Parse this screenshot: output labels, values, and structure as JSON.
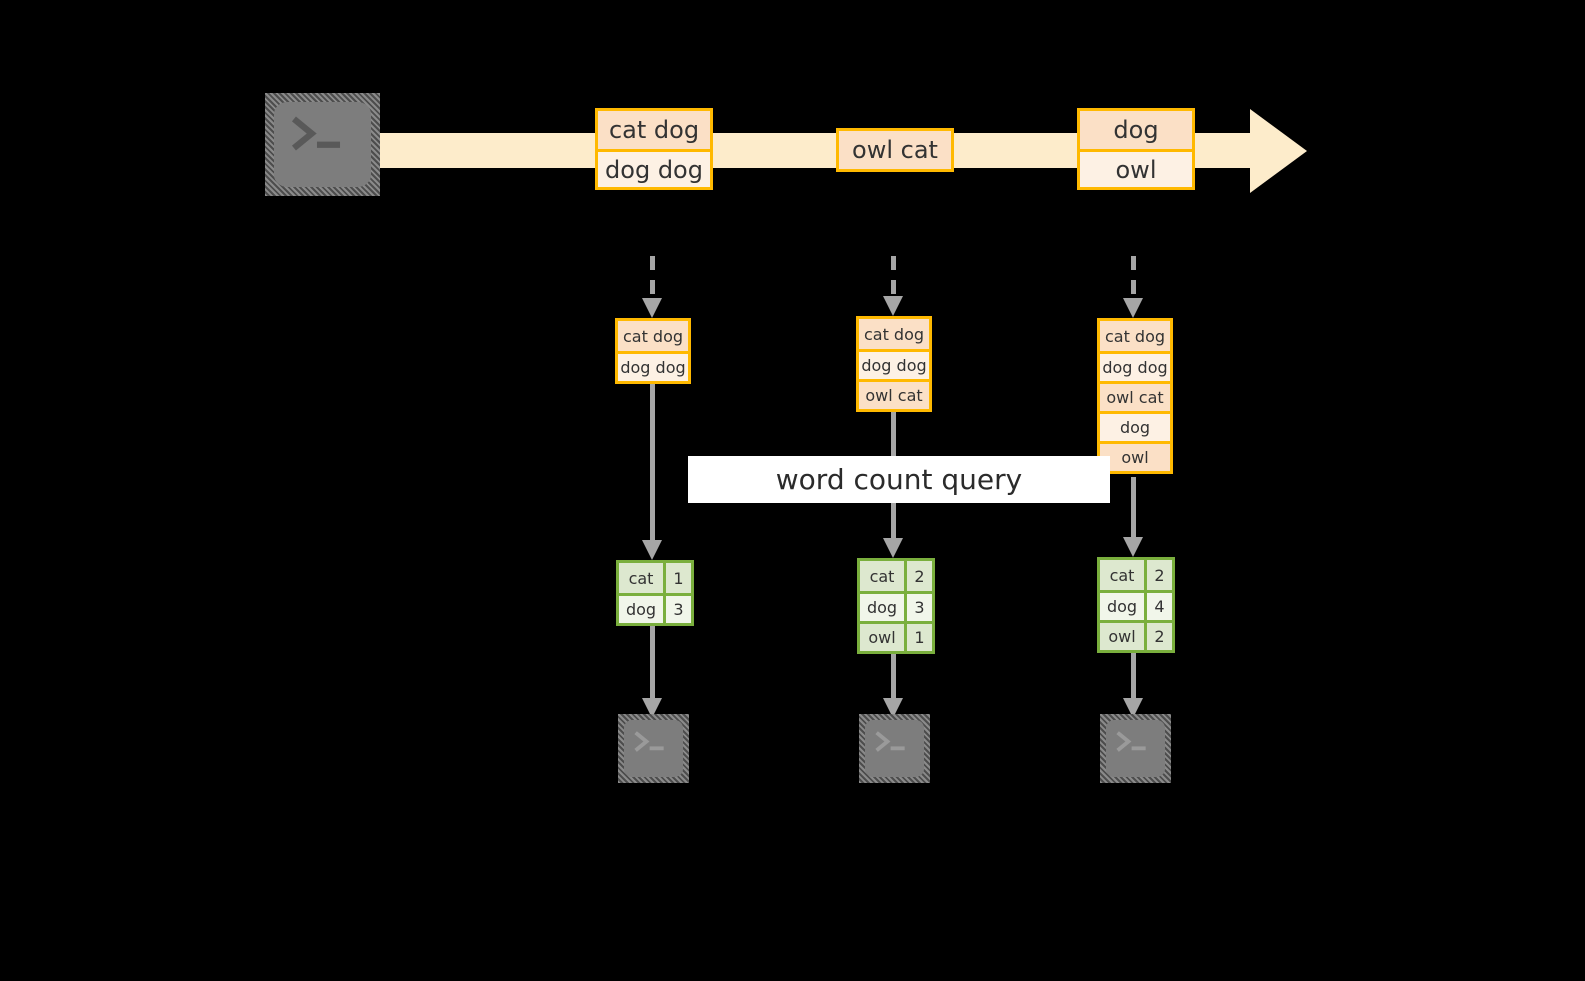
{
  "diagram": {
    "title": "word count query over a message stream",
    "colors": {
      "background": "#000000",
      "stream_band": "#fdeccb",
      "message_border": "#ffb900",
      "message_fill_dark": "#fbe0c6",
      "message_fill_light": "#fdf1e4",
      "result_border": "#7aaf3d",
      "result_fill_dark": "#dde8cf",
      "result_fill_light": "#f1f6ea",
      "arrow_gray": "#a6a6a6",
      "terminal_gray": "#7d7d7d",
      "label_banner": "#ffffff"
    },
    "label": "word count query",
    "producer": {
      "icon": "terminal-icon"
    },
    "stream_messages": [
      {
        "id": "m1",
        "rows": [
          "cat dog",
          "dog dog"
        ]
      },
      {
        "id": "m2",
        "rows": [
          "owl cat"
        ]
      },
      {
        "id": "m3",
        "rows": [
          "dog",
          "owl"
        ]
      }
    ],
    "snapshots": [
      {
        "id": "s1",
        "buffer": [
          "cat dog",
          "dog dog"
        ],
        "result": {
          "keys": [
            "cat",
            "dog"
          ],
          "counts": [
            "1",
            "3"
          ]
        },
        "consumer_icon": "terminal-icon"
      },
      {
        "id": "s2",
        "buffer": [
          "cat dog",
          "dog dog",
          "owl cat"
        ],
        "result": {
          "keys": [
            "cat",
            "dog",
            "owl"
          ],
          "counts": [
            "2",
            "3",
            "1"
          ]
        },
        "consumer_icon": "terminal-icon"
      },
      {
        "id": "s3",
        "buffer": [
          "cat dog",
          "dog dog",
          "owl cat",
          "dog",
          "owl"
        ],
        "result": {
          "keys": [
            "cat",
            "dog",
            "owl"
          ],
          "counts": [
            "2",
            "4",
            "2"
          ]
        },
        "consumer_icon": "terminal-icon"
      }
    ]
  }
}
